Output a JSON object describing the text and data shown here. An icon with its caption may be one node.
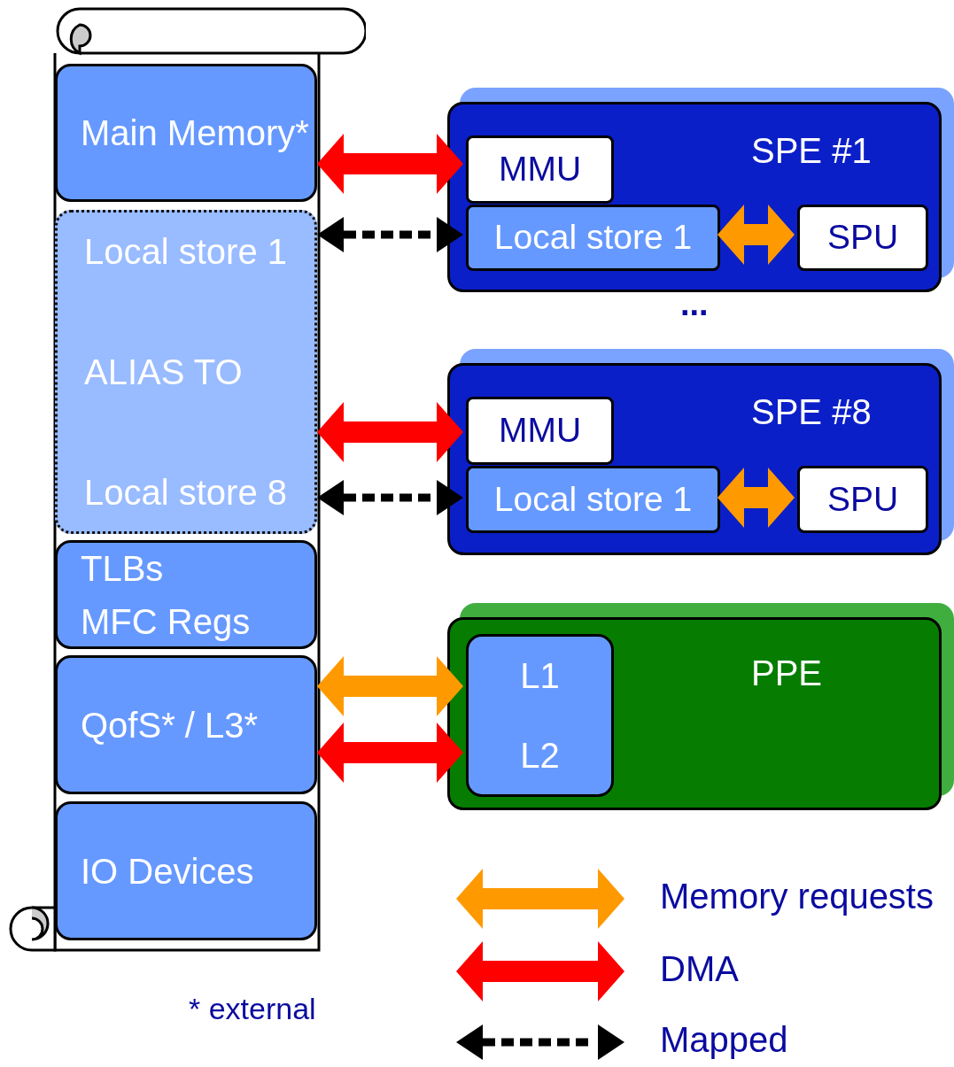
{
  "diagram": {
    "nodes": [
      {
        "text": [],
        "shape": "scroll"
      },
      {
        "text": [
          "Main Memory*"
        ],
        "in": 0
      },
      {
        "text": [
          "Local store 1",
          "ALIAS TO",
          "Local store 8"
        ],
        "in": 0
      },
      {
        "text": [
          "TLBs",
          "MFC Regs"
        ],
        "in": 0
      },
      {
        "text": [
          "QofS* / L3*"
        ],
        "in": 0
      },
      {
        "text": [
          "IO Devices"
        ],
        "in": 0
      },
      {
        "text": [
          "SPE #1"
        ]
      },
      {
        "text": [
          "MMU"
        ],
        "in": 6
      },
      {
        "text": [
          "Local store 1"
        ],
        "in": 6
      },
      {
        "text": [
          "SPU"
        ],
        "in": 6
      },
      {
        "text": [
          "SPE #8"
        ]
      },
      {
        "text": [
          "MMU"
        ],
        "in": 10
      },
      {
        "text": [
          "Local store 1"
        ],
        "in": 10
      },
      {
        "text": [
          "SPU"
        ],
        "in": 10
      },
      {
        "text": [
          "PPE"
        ]
      },
      {
        "text": [
          "L1",
          "L2"
        ],
        "in": 14
      }
    ],
    "edges": [
      {
        "from": 1,
        "to": 7,
        "arrow": "both",
        "style": "thick",
        "color": "#ff0000"
      },
      {
        "from": 2,
        "to": 8,
        "arrow": "both",
        "style": "dashed",
        "color": "#000000"
      },
      {
        "from": 8,
        "to": 9,
        "arrow": "both",
        "style": "thick",
        "color": "#ff9900"
      },
      {
        "from": 2,
        "to": 11,
        "arrow": "both",
        "style": "thick",
        "color": "#ff0000"
      },
      {
        "from": 2,
        "to": 12,
        "arrow": "both",
        "style": "dashed",
        "color": "#000000"
      },
      {
        "from": 12,
        "to": 13,
        "arrow": "both",
        "style": "thick",
        "color": "#ff9900"
      },
      {
        "from": 4,
        "to": 15,
        "arrow": "both",
        "style": "thick",
        "color": "#ff9900"
      },
      {
        "from": 4,
        "to": 15,
        "arrow": "both",
        "style": "thick",
        "color": "#ff0000"
      }
    ],
    "labels": [
      "...",
      "* external"
    ],
    "legend": [
      {
        "text": "Memory requests",
        "color": "#ff9900"
      },
      {
        "text": "DMA",
        "color": "#ff0000"
      },
      {
        "text": "Mapped"
      }
    ]
  }
}
